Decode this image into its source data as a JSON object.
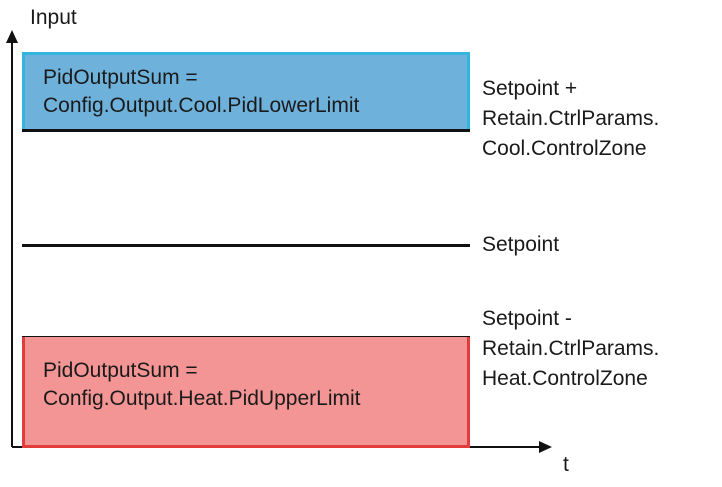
{
  "axes": {
    "y_label": "Input",
    "x_label": "t"
  },
  "cool_zone": {
    "line1": "PidOutputSum =",
    "line2": "Config.Output.Cool.PidLowerLimit",
    "limit_line1": "Setpoint +",
    "limit_line2": "Retain.CtrlParams.",
    "limit_line3": "Cool.ControlZone",
    "fill_color": "#6eb2dc",
    "border_color": "#33b5e0"
  },
  "setpoint": {
    "label": "Setpoint"
  },
  "heat_zone": {
    "line1": "PidOutputSum =",
    "line2": "Config.Output.Heat.PidUpperLimit",
    "limit_line1": "Setpoint -",
    "limit_line2": "Retain.CtrlParams.",
    "limit_line3": "Heat.ControlZone",
    "fill_color": "#f39594",
    "border_color": "#e13d3b"
  }
}
